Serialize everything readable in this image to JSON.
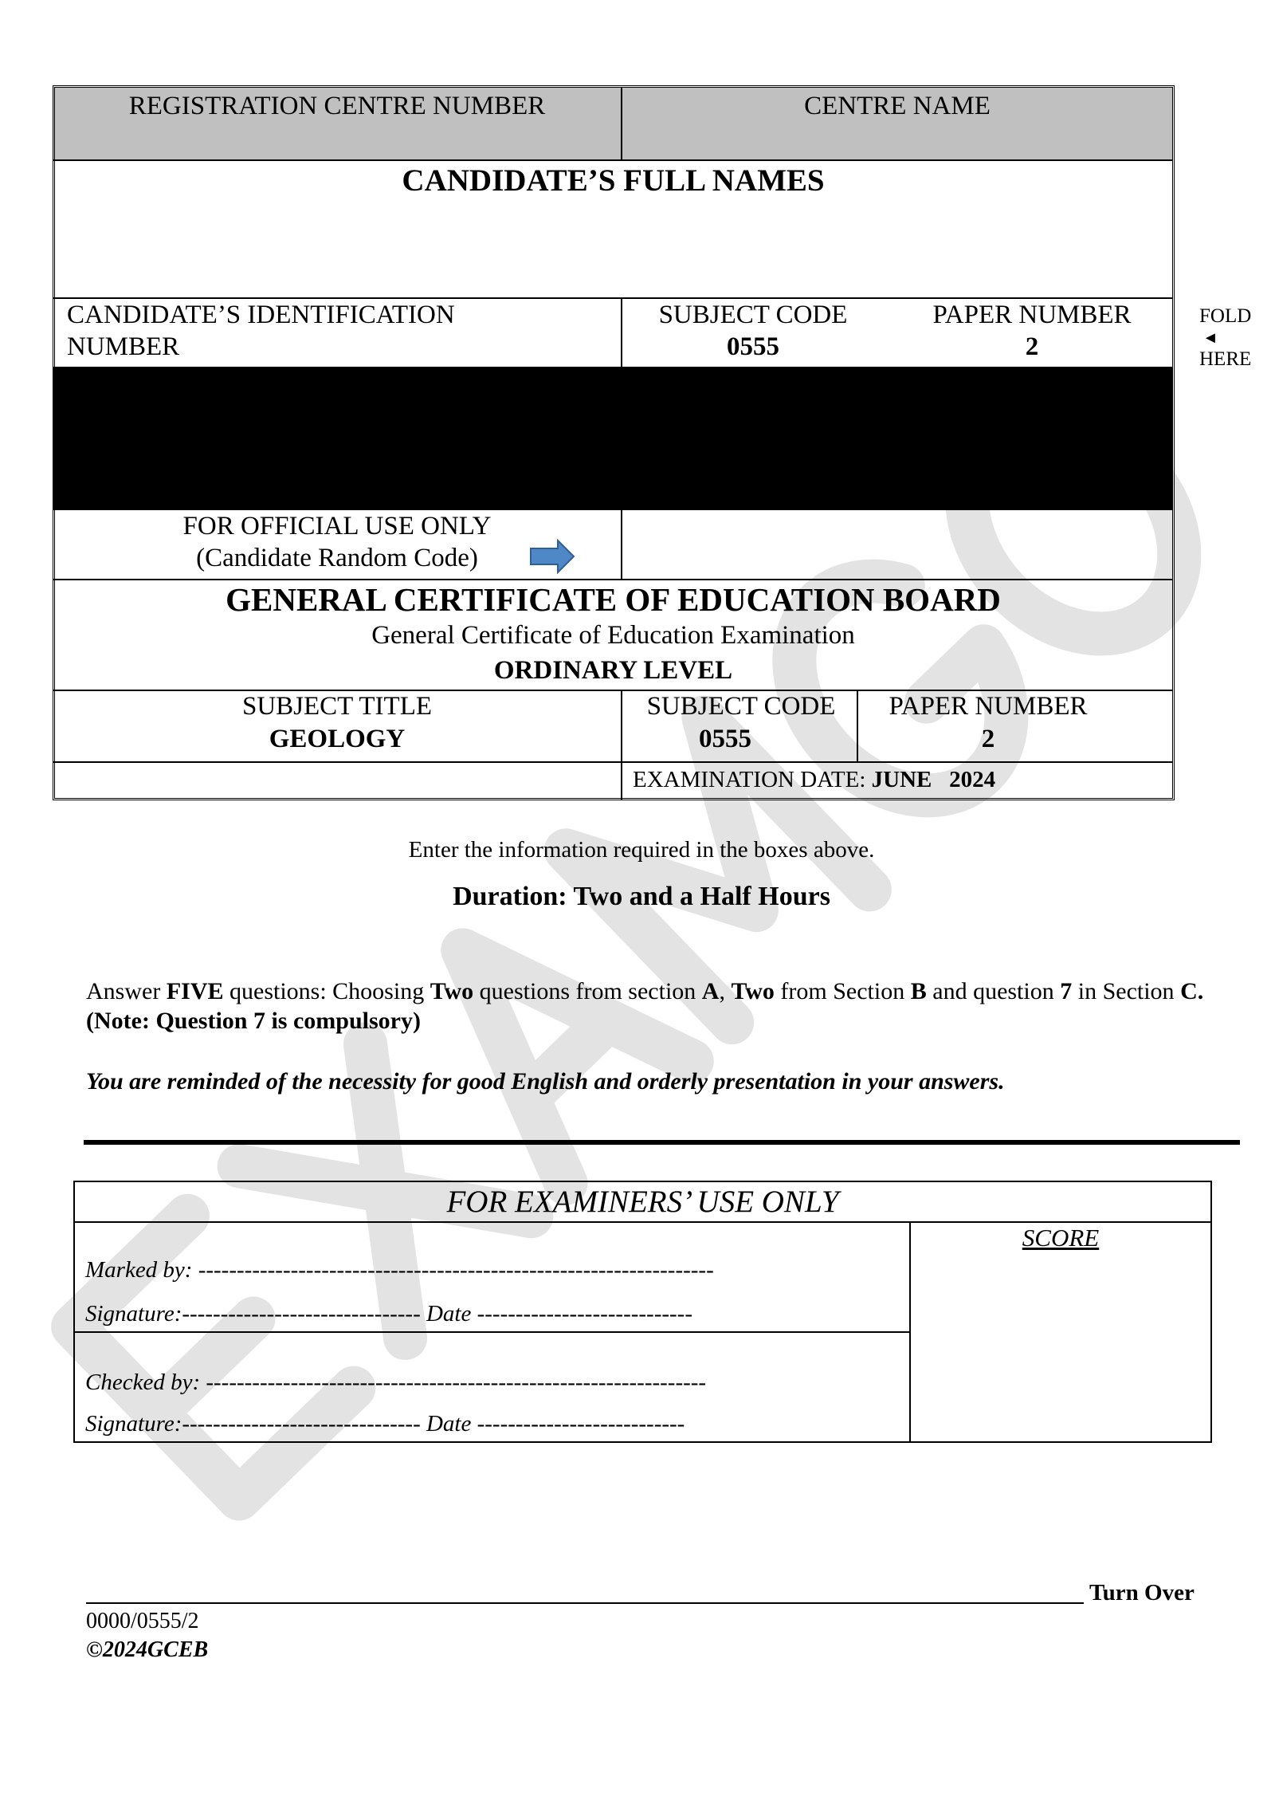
{
  "header_table": {
    "registration_centre_number": "REGISTRATION CENTRE NUMBER",
    "centre_name": "CENTRE NAME",
    "candidate_full_names": "CANDIDATE’S FULL NAMES",
    "candidate_id_line1": "CANDIDATE’S IDENTIFICATION",
    "candidate_id_line2": "NUMBER",
    "subject_code_label": "SUBJECT CODE",
    "subject_code_value": "0555",
    "paper_number_label": "PAPER NUMBER",
    "paper_number_value": "2",
    "official_use_line1": "FOR OFFICIAL USE ONLY",
    "official_use_line2": "(Candidate Random Code)",
    "board_title": "GENERAL CERTIFICATE OF EDUCATION BOARD",
    "exam_title": "General Certificate of Education Examination",
    "level": "ORDINARY LEVEL",
    "subject_title_label": "SUBJECT TITLE",
    "subject_title_value": "GEOLOGY",
    "subject_code_label2": "SUBJECT CODE",
    "subject_code_value2": "0555",
    "paper_number_label2": "PAPER NUMBER",
    "paper_number_value2": "2",
    "exam_date_label": "EXAMINATION DATE:",
    "exam_date_value": "JUNE   2024"
  },
  "fold": {
    "line1": "FOLD",
    "arrow": "◄",
    "line2": "HERE"
  },
  "instructions": {
    "enter_info": "Enter the information required in the boxes above.",
    "duration": "Duration: Two and a Half Hours",
    "answer_parts": [
      "Answer ",
      "FIVE",
      " questions: Choosing ",
      "Two",
      " questions from section ",
      "A",
      ", ",
      "Two",
      " from Section ",
      "B",
      " and question ",
      "7",
      " in Section ",
      "C. (Note: Question 7 is compulsory)"
    ],
    "reminder": "You are reminded of the necessity for good English and orderly presentation in your answers."
  },
  "examiners": {
    "title": "FOR EXAMINERS’ USE ONLY",
    "score": "SCORE",
    "marked_by": "Marked by: -------------------------------------------------------------------",
    "signature1": "Signature:------------------------------- Date ----------------------------",
    "checked_by": "Checked by: -----------------------------------------------------------------",
    "signature2": "Signature:------------------------------- Date ---------------------------"
  },
  "footer": {
    "turn_over": "Turn Over",
    "code": "0000/0555/2",
    "copyright": "©2024GCEB"
  },
  "watermark": "EXAMGO",
  "colors": {
    "header_fill": "#c0c0c0",
    "arrow": "#4f88c6",
    "watermark": "#e3e3e3"
  }
}
